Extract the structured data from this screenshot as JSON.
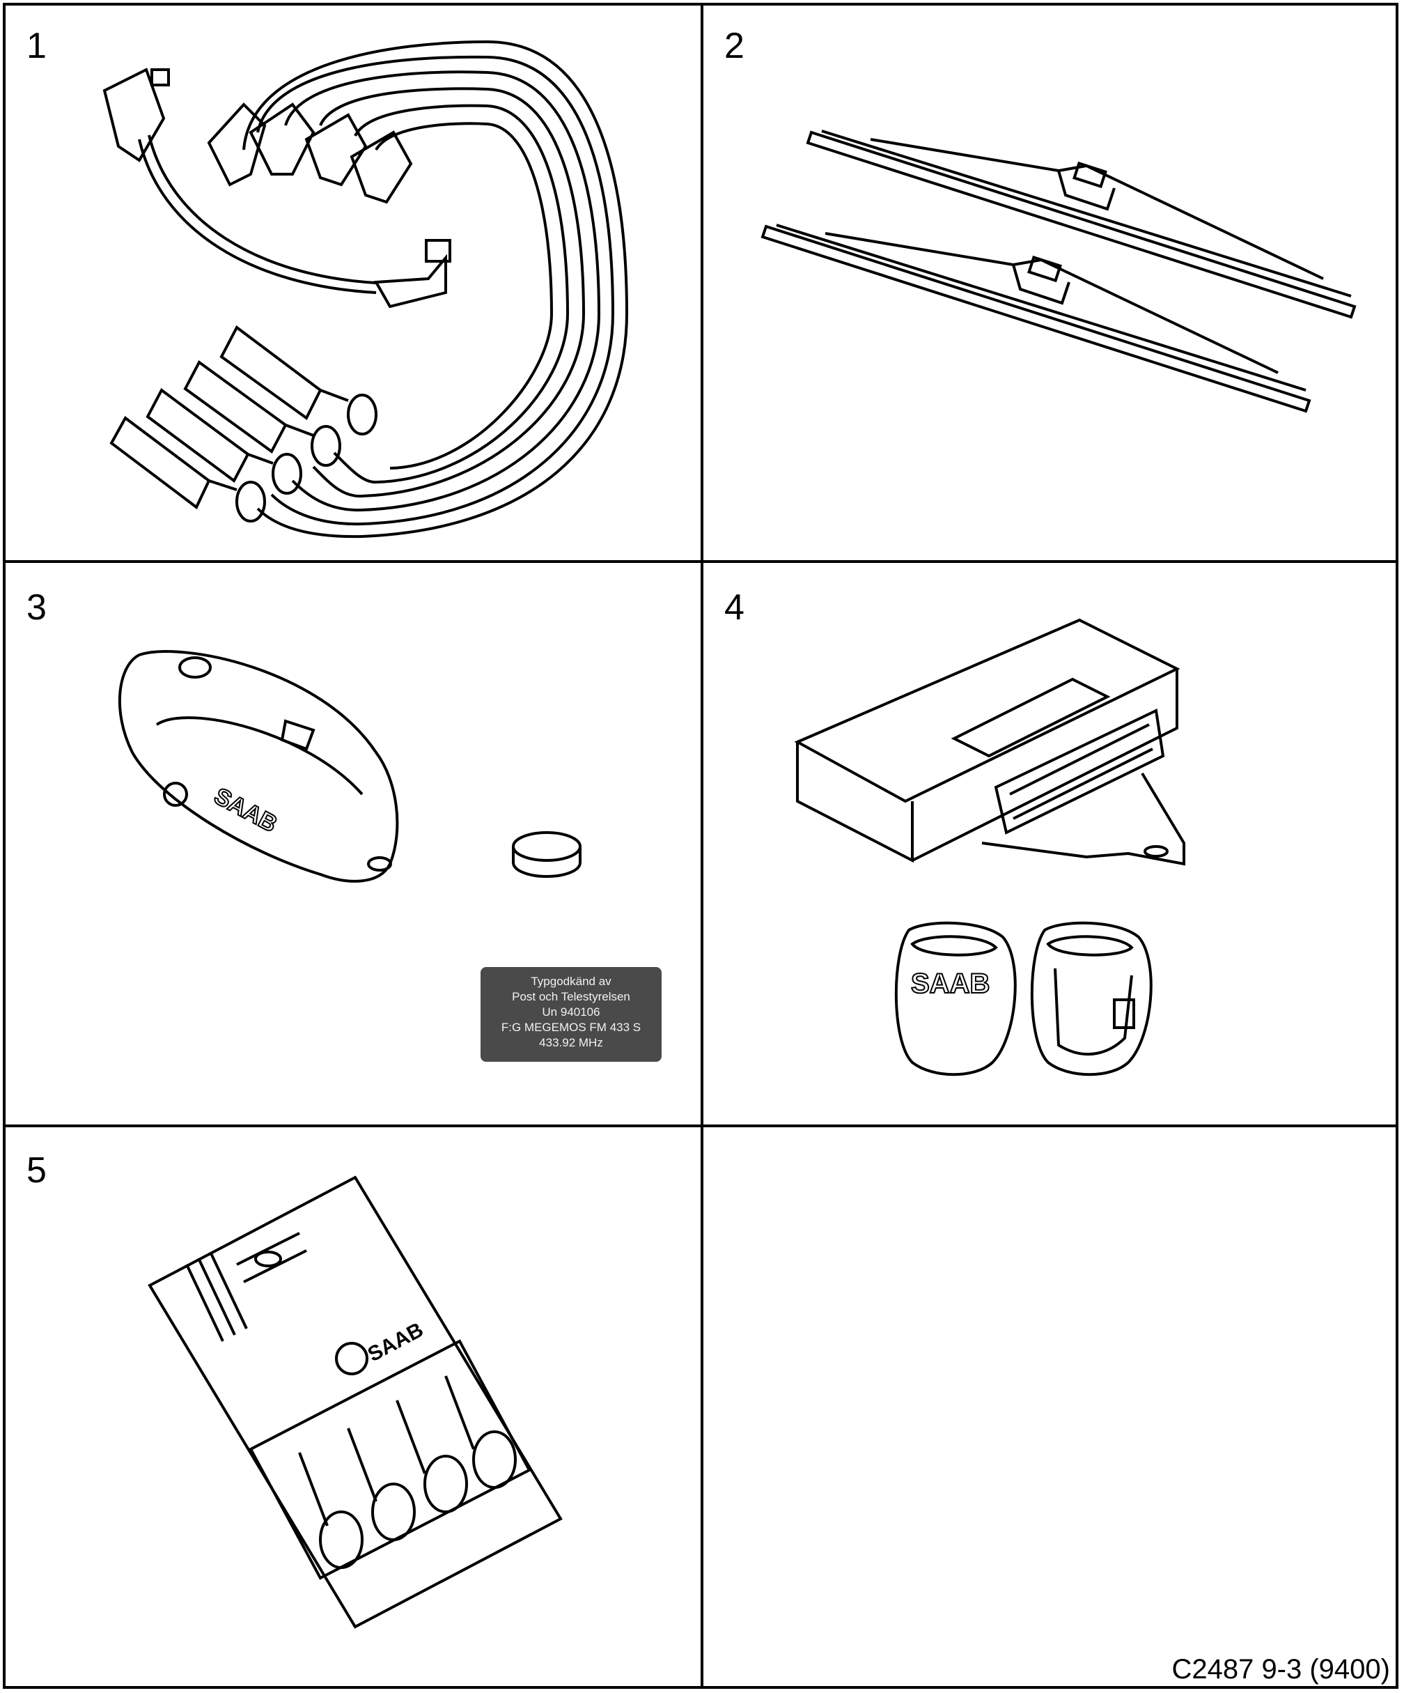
{
  "panels": [
    {
      "number": "1",
      "item": "ignition-lead-set"
    },
    {
      "number": "2",
      "item": "wiper-blades"
    },
    {
      "number": "3",
      "item": "remote-key-fob"
    },
    {
      "number": "4",
      "item": "control-module-and-keys"
    },
    {
      "number": "5",
      "item": "spark-plug-pack"
    }
  ],
  "fob_brand": "SAAB",
  "key_brand": "SAAB",
  "pack_brand": "SAAB",
  "approval_label": {
    "line1": "Typgodkänd av",
    "line2": "Post och Telestyrelsen",
    "line3": "Un 940106",
    "line4": "F:G MEGEMOS FM 433 S",
    "line5": "433.92 MHz"
  },
  "figure_code": "C2487 9-3 (9400)"
}
